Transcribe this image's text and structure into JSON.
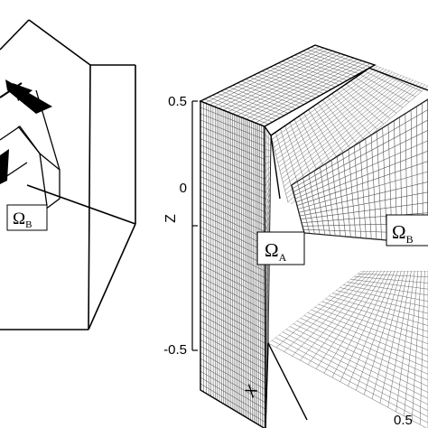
{
  "colors": {
    "ink": "#000000",
    "paper": "#ffffff",
    "mesh": "#555555"
  },
  "left_panel": {
    "region_b": {
      "symbol": "Ω",
      "subscript": "B"
    }
  },
  "right_panel": {
    "axes": {
      "z_label": "Z",
      "x_label": "X",
      "z_ticks": [
        "0.5",
        "0",
        "-0.5"
      ],
      "x_tick_partial": "0.5"
    },
    "region_a": {
      "symbol": "Ω",
      "subscript": "A"
    },
    "region_b": {
      "symbol": "Ω",
      "subscript": "B"
    }
  }
}
